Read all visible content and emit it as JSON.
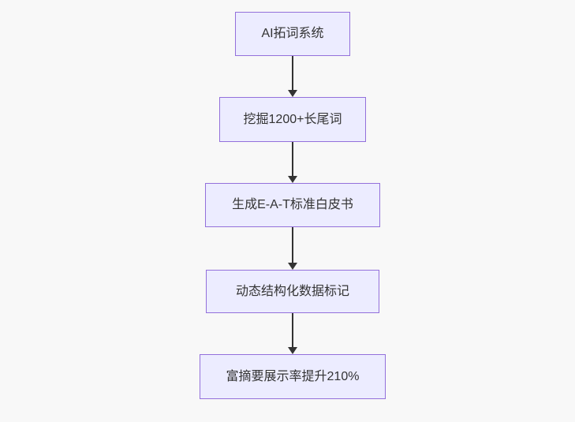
{
  "diagram": {
    "type": "flowchart",
    "direction": "top-down",
    "nodes": [
      {
        "label": "AI拓词系统"
      },
      {
        "label": "挖掘1200+长尾词"
      },
      {
        "label": "生成E-A-T标准白皮书"
      },
      {
        "label": "动态结构化数据标记"
      },
      {
        "label": "富摘要展示率提升210%"
      }
    ],
    "edges": [
      {
        "from": 0,
        "to": 1
      },
      {
        "from": 1,
        "to": 2
      },
      {
        "from": 2,
        "to": 3
      },
      {
        "from": 3,
        "to": 4
      }
    ],
    "colors": {
      "background": "#f8f8f8",
      "node_fill": "#ececff",
      "node_border": "#9370db",
      "arrow": "#333333",
      "text": "#333333"
    }
  }
}
